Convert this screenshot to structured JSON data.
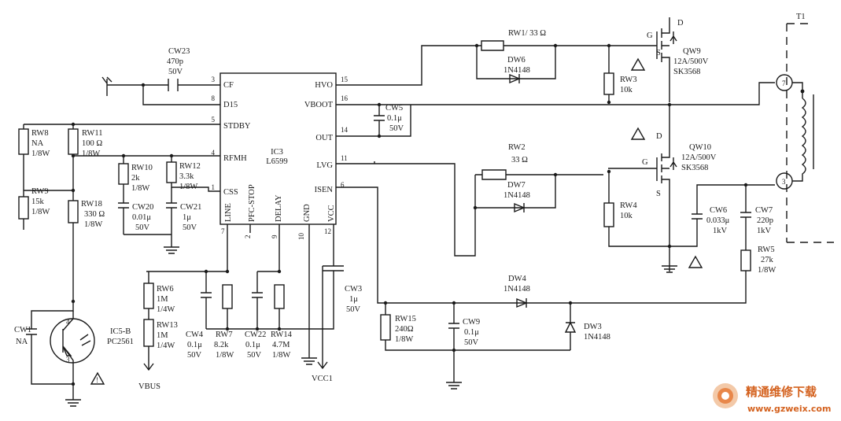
{
  "ic3": {
    "name": "IC3",
    "part": "L6599",
    "left_pins": [
      {
        "num": "3",
        "label": "CF"
      },
      {
        "num": "8",
        "label": "D15"
      },
      {
        "num": "5",
        "label": "STDBY"
      },
      {
        "num": "4",
        "label": "RFMH"
      },
      {
        "num": "1",
        "label": "CSS"
      }
    ],
    "right_pins": [
      {
        "num": "15",
        "label": "HVO"
      },
      {
        "num": "16",
        "label": "VBOOT"
      },
      {
        "num": "14",
        "label": "OUT"
      },
      {
        "num": "11",
        "label": "LVG"
      },
      {
        "num": "6",
        "label": "ISEN"
      }
    ],
    "bottom_pins": [
      {
        "num": "7",
        "label": "LINE"
      },
      {
        "num": "2",
        "label": "PFC-STOP"
      },
      {
        "num": "9",
        "label": "DELAY"
      },
      {
        "num": "10",
        "label": "GND"
      },
      {
        "num": "12",
        "label": "VCC"
      }
    ]
  },
  "components": {
    "cw23": [
      "CW23",
      "470p",
      "50V"
    ],
    "rw8": [
      "RW8",
      "NA",
      "1/8W"
    ],
    "rw11": [
      "RW11",
      "100 Ω",
      "1/8W"
    ],
    "rw10": [
      "RW10",
      "2k",
      "1/8W"
    ],
    "rw12": [
      "RW12",
      "3.3k",
      "1/8W"
    ],
    "rw9": [
      "RW9",
      "15k",
      "1/8W"
    ],
    "rw18": [
      "RW18",
      "330 Ω",
      "1/8W"
    ],
    "cw20": [
      "CW20",
      "0.01μ",
      "50V"
    ],
    "cw21": [
      "CW21",
      "1μ",
      "50V"
    ],
    "cw5": [
      "CW5",
      "0.1μ",
      "50V"
    ],
    "rw1": [
      "RW1/ 33 Ω"
    ],
    "dw6": [
      "DW6",
      "1N4148"
    ],
    "rw3": [
      "RW3",
      "10k"
    ],
    "qw9": [
      "QW9",
      "12A/500V",
      "SK3568"
    ],
    "rw2": [
      "RW2",
      "33 Ω"
    ],
    "dw7": [
      "DW7",
      "1N4148"
    ],
    "rw4": [
      "RW4",
      "10k"
    ],
    "qw10": [
      "QW10",
      "12A/500V",
      "SK3568"
    ],
    "cw6": [
      "CW6",
      "0.033μ",
      "1kV"
    ],
    "cw7": [
      "CW7",
      "220p",
      "1kV"
    ],
    "rw5": [
      "RW5",
      "27k",
      "1/8W"
    ],
    "t1": [
      "T1"
    ],
    "dw4": [
      "DW4",
      "1N4148"
    ],
    "dw3": [
      "DW3",
      "1N4148"
    ],
    "rw15": [
      "RW15",
      "240Ω",
      "1/8W"
    ],
    "cw9": [
      "CW9",
      "0.1μ",
      "50V"
    ],
    "cw3": [
      "CW3",
      "1μ",
      "50V"
    ],
    "rw6": [
      "RW6",
      "1M",
      "1/4W"
    ],
    "rw13": [
      "RW13",
      "1M",
      "1/4W"
    ],
    "cw4": [
      "CW4",
      "0.1μ",
      "50V"
    ],
    "rw7": [
      "RW7",
      "8.2k",
      "1/8W"
    ],
    "cw22": [
      "CW22",
      "0.1μ",
      "50V"
    ],
    "rw14": [
      "RW14",
      "4.7M",
      "1/8W"
    ],
    "cw1": [
      "CW1",
      "NA"
    ],
    "ic5b": [
      "IC5-B",
      "PC2561"
    ]
  },
  "nets": {
    "vbus": "VBUS",
    "vcc1": "VCC1"
  },
  "mosfet_pins": {
    "g": "G",
    "d": "D",
    "s": "S"
  },
  "transformer_pins": {
    "top": "7",
    "bottom": "3"
  },
  "optocoupler_pins": {
    "top": "4",
    "bottom": "3"
  },
  "watermark": {
    "title": "精通维修下载",
    "url": "www.gzweix.com"
  }
}
